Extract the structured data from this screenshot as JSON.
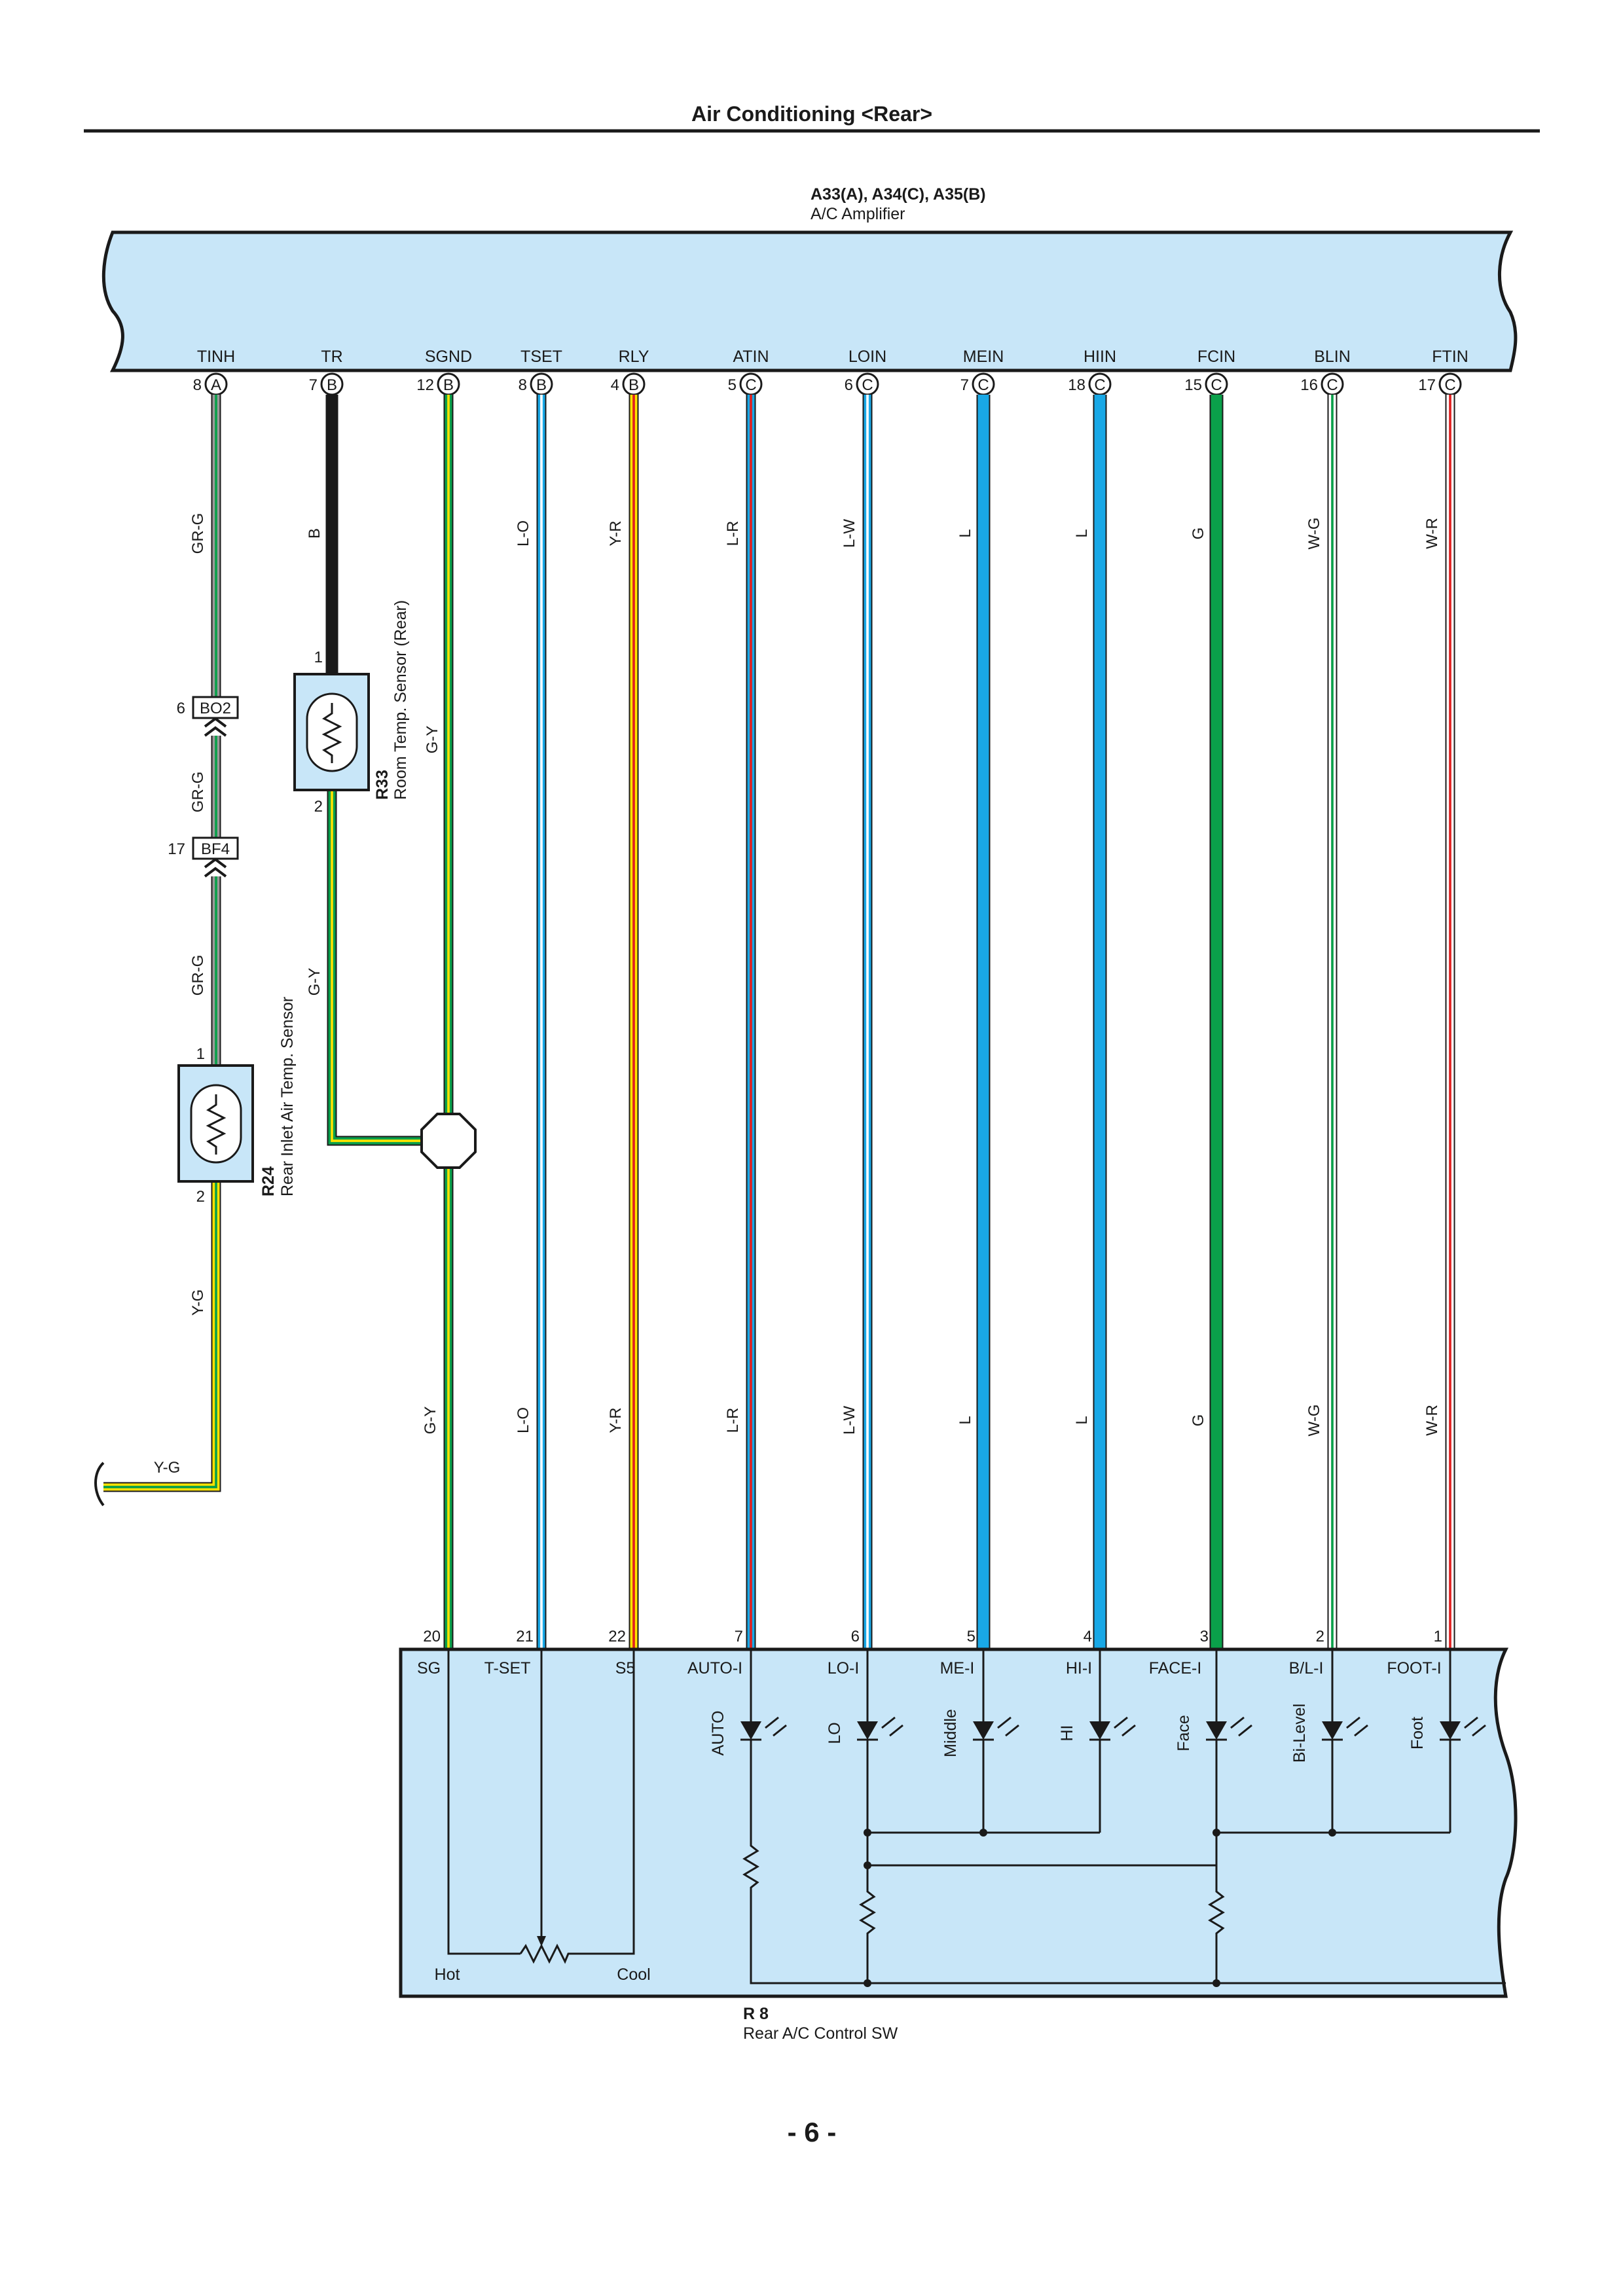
{
  "header": {
    "title": "Air Conditioning <Rear>"
  },
  "page_number": "- 6 -",
  "amplifier": {
    "connectors": "A33(A), A34(C), A35(B)",
    "name": "A/C Amplifier"
  },
  "switch": {
    "id": "R 8",
    "name": "Rear A/C Control SW",
    "hot_label": "Hot",
    "cool_label": "Cool",
    "leds": [
      "AUTO",
      "LO",
      "Middle",
      "HI",
      "Face",
      "Bi-Level",
      "Foot"
    ]
  },
  "sensors": {
    "inlet": {
      "id": "R24",
      "name": "Rear Inlet Air Temp.  Sensor",
      "pin_top": "1",
      "pin_bottom": "2"
    },
    "room": {
      "id": "R33",
      "name": "Room Temp.  Sensor (Rear)",
      "pin_top": "1",
      "pin_bottom": "2"
    }
  },
  "junctions": {
    "bo2": {
      "label": "BO2",
      "pin": "6"
    },
    "bf4": {
      "label": "BF4",
      "pin": "17"
    }
  },
  "wires": {
    "tinh_a": "GR-G",
    "tinh_b": "GR-G",
    "tinh_c": "GR-G",
    "inlet_out": "Y-G",
    "inlet_horizontal": "Y-G",
    "tr": "B",
    "room_out": "G-Y",
    "sgnd_top": "G-Y"
  },
  "amp_pins": [
    {
      "name": "TINH",
      "num": "8",
      "conn": "A"
    },
    {
      "name": "TR",
      "num": "7",
      "conn": "B"
    },
    {
      "name": "SGND",
      "num": "12",
      "conn": "B"
    },
    {
      "name": "TSET",
      "num": "8",
      "conn": "B"
    },
    {
      "name": "RLY",
      "num": "4",
      "conn": "B"
    },
    {
      "name": "ATIN",
      "num": "5",
      "conn": "C"
    },
    {
      "name": "LOIN",
      "num": "6",
      "conn": "C"
    },
    {
      "name": "MEIN",
      "num": "7",
      "conn": "C"
    },
    {
      "name": "HIIN",
      "num": "18",
      "conn": "C"
    },
    {
      "name": "FCIN",
      "num": "15",
      "conn": "C"
    },
    {
      "name": "BLIN",
      "num": "16",
      "conn": "C"
    },
    {
      "name": "FTIN",
      "num": "17",
      "conn": "C"
    }
  ],
  "sw_pins": [
    {
      "name": "SG",
      "num": "20",
      "wire": "G-Y"
    },
    {
      "name": "T-SET",
      "num": "21",
      "wire": "L-O"
    },
    {
      "name": "S5",
      "num": "22",
      "wire": "Y-R"
    },
    {
      "name": "AUTO-I",
      "num": "7",
      "wire": "L-R"
    },
    {
      "name": "LO-I",
      "num": "6",
      "wire": "L-W"
    },
    {
      "name": "ME-I",
      "num": "5",
      "wire": "L"
    },
    {
      "name": "HI-I",
      "num": "4",
      "wire": "L"
    },
    {
      "name": "FACE-I",
      "num": "3",
      "wire": "G"
    },
    {
      "name": "B/L-I",
      "num": "2",
      "wire": "W-G"
    },
    {
      "name": "FOOT-I",
      "num": "1",
      "wire": "W-R"
    }
  ],
  "upper_wires": [
    "L-O",
    "Y-R",
    "L-R",
    "L-W",
    "L",
    "L",
    "G",
    "W-G",
    "W-R"
  ],
  "colors": {
    "panel": "#c8e6f8",
    "outline": "#1a1a1a",
    "light_blue": "#19a8e6",
    "green": "#0aa04a",
    "yellow": "#ffe200",
    "red": "#e02020",
    "gray": "#9a9a9a",
    "black": "#1a1a1a"
  }
}
